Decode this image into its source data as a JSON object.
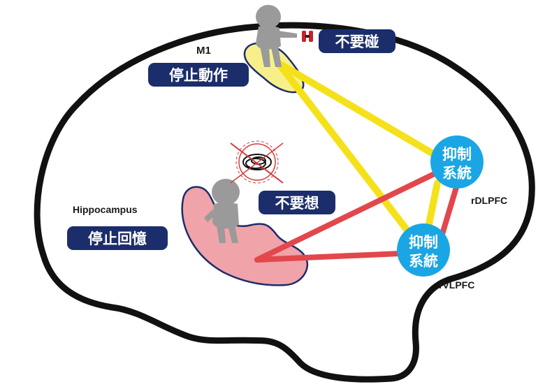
{
  "colors": {
    "brain_outline": "#111111",
    "yellow_path": "#f5e11a",
    "red_path": "#e2474b",
    "node_fill": "#1aa6e4",
    "pill_fill": "#1c2d6b",
    "hippocampus_fill": "#f0a3a8",
    "m1_fill": "#f7f08a",
    "figure_fill": "#9a9a9a"
  },
  "regions": {
    "m1": {
      "name": "M1",
      "action": "停止動作"
    },
    "hippocampus": {
      "name": "Hippocampus",
      "action": "停止回憶"
    }
  },
  "thoughts": {
    "touch": "不要碰",
    "think": "不要想"
  },
  "nodes": {
    "rdlpfc": {
      "line1": "抑制",
      "line2": "系統",
      "name": "rDLPFC"
    },
    "rvlpfc": {
      "line1": "抑制",
      "line2": "系統",
      "name": "rVLPFC"
    }
  }
}
